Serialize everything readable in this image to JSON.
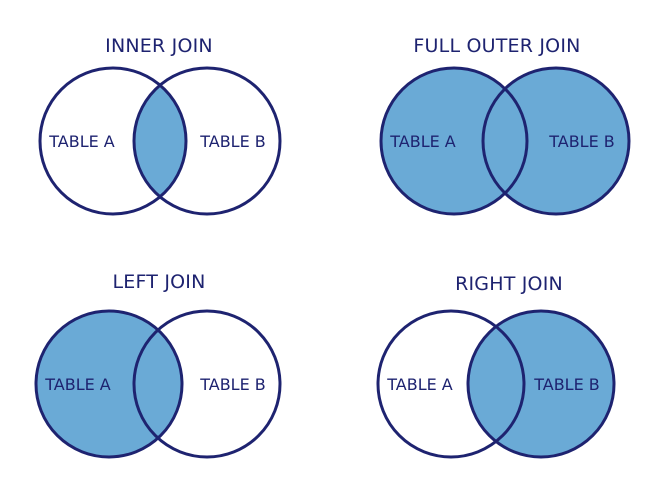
{
  "colors": {
    "outline": "#1e2370",
    "fill": "#6aaad6",
    "text": "#1e2370",
    "background": "#ffffff"
  },
  "diagrams": [
    {
      "id": "inner-join",
      "title": "INNER JOIN",
      "left_label": "TABLE A",
      "right_label": "TABLE B",
      "shaded": "intersection"
    },
    {
      "id": "full-outer-join",
      "title": "FULL OUTER JOIN",
      "left_label": "TABLE A",
      "right_label": "TABLE B",
      "shaded": "both"
    },
    {
      "id": "left-join",
      "title": "LEFT JOIN",
      "left_label": "TABLE A",
      "right_label": "TABLE B",
      "shaded": "left"
    },
    {
      "id": "right-join",
      "title": "RIGHT JOIN",
      "left_label": "TABLE A",
      "right_label": "TABLE B",
      "shaded": "right"
    }
  ]
}
